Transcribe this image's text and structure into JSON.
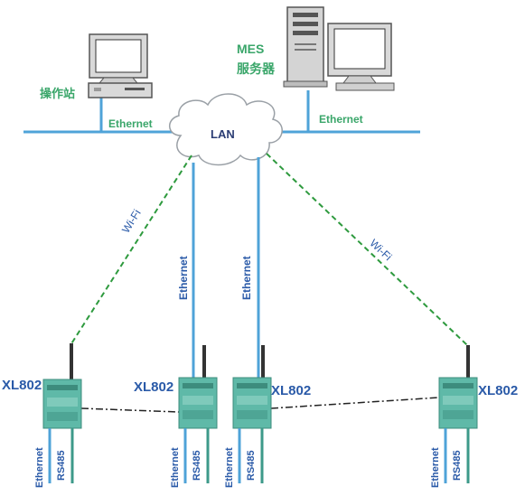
{
  "labels": {
    "workstation": "操作站",
    "mes_line1": "MES",
    "mes_line2": "服务器",
    "lan": "LAN",
    "ethernet_left": "Ethernet",
    "ethernet_right": "Ethernet",
    "eth_vertical_1": "Ethernet",
    "eth_vertical_2": "Ethernet",
    "wifi_left": "Wi-Fi",
    "wifi_right": "Wi-Fi"
  },
  "devices": [
    {
      "name": "XL802",
      "bottom_labels": [
        "Ethernet",
        "RS485"
      ]
    },
    {
      "name": "XL802",
      "bottom_labels": [
        "Ethernet",
        "RS485"
      ]
    },
    {
      "name": "XL802",
      "bottom_labels": [
        "Ethernet",
        "RS485"
      ]
    },
    {
      "name": "XL802",
      "bottom_labels": [
        "Ethernet",
        "RS485"
      ]
    }
  ],
  "colors": {
    "line_blue": "#4fa3d8",
    "wifi_green": "#2e9a3e",
    "label_green": "#3aa66a",
    "label_blue": "#2a5aa8",
    "device_teal": "#5fb9a8",
    "cloud_stroke": "#9aa0a6"
  }
}
